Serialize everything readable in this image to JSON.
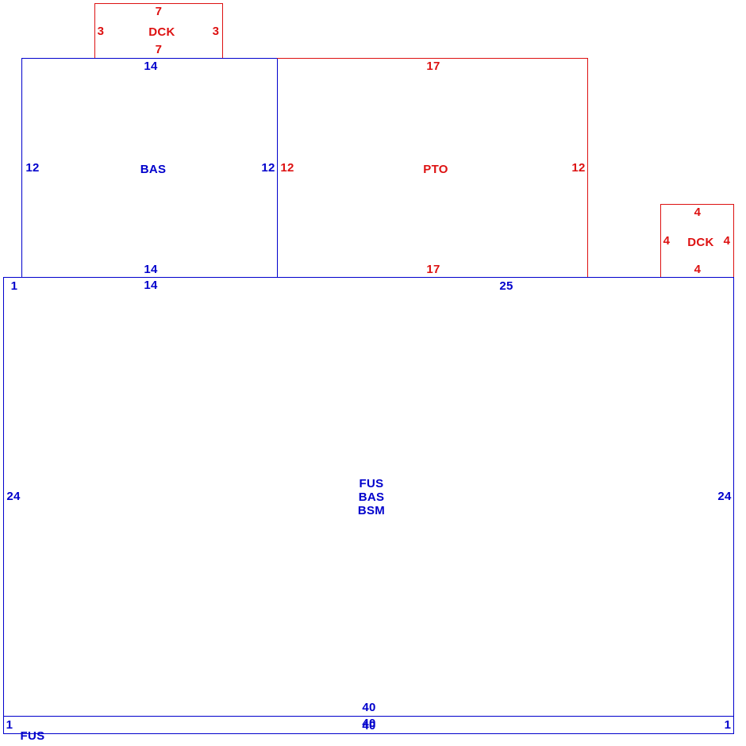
{
  "colors": {
    "blue": "#0000cc",
    "red": "#dd1111"
  },
  "sketch": {
    "areas": [
      {
        "id": "dck-top",
        "code": "DCK",
        "color": "red",
        "sides": {
          "top": "7",
          "bottom": "7",
          "left": "3",
          "right": "3"
        }
      },
      {
        "id": "bas-upper",
        "code": "BAS",
        "color": "blue",
        "sides": {
          "top": "14",
          "bottom": "14",
          "left": "12",
          "right": "12"
        }
      },
      {
        "id": "pto",
        "code": "PTO",
        "color": "red",
        "sides": {
          "top": "17",
          "bottom": "17",
          "left": "12",
          "right": "12"
        }
      },
      {
        "id": "dck-right",
        "code": "DCK",
        "color": "red",
        "sides": {
          "top": "4",
          "bottom": "4",
          "left": "4",
          "right": "4"
        }
      },
      {
        "id": "main",
        "codes": [
          "FUS",
          "BAS",
          "BSM"
        ],
        "color": "blue",
        "sides": {
          "top_left": "1",
          "top_a": "14",
          "top_b": "25",
          "bottom": "40",
          "left": "24",
          "right": "24"
        }
      },
      {
        "id": "fus-strip",
        "code": "FUS",
        "color": "blue",
        "sides": {
          "top": "40",
          "bottom": "40",
          "left": "1",
          "right": "1"
        }
      }
    ]
  }
}
